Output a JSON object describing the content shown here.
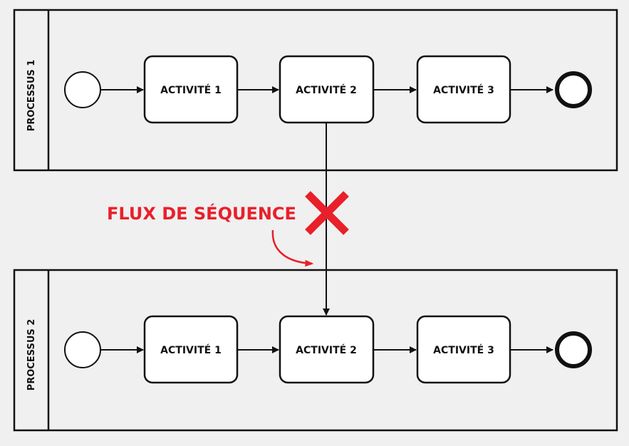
{
  "colors": {
    "background": "#f0f0f0",
    "stroke": "#111111",
    "task_fill": "#ffffff",
    "annotation": "#e8202a"
  },
  "pools": [
    {
      "label": "PROCESSUS 1",
      "start_event": "start-event-icon",
      "end_event": "end-event-icon",
      "tasks": [
        "ACTIVITÉ 1",
        "ACTIVITÉ 2",
        "ACTIVITÉ 3"
      ]
    },
    {
      "label": "PROCESSUS 2",
      "start_event": "start-event-icon",
      "end_event": "end-event-icon",
      "tasks": [
        "ACTIVITÉ 1",
        "ACTIVITÉ 2",
        "ACTIVITÉ 3"
      ]
    }
  ],
  "cross_pool_flow": {
    "from": "PROCESSUS 1 / ACTIVITÉ 2",
    "to": "PROCESSUS 2 / ACTIVITÉ 2",
    "invalid_marker": "cross-icon"
  },
  "annotation": {
    "text": "FLUX DE SÉQUENCE",
    "pointer": "curved-arrow-icon"
  }
}
